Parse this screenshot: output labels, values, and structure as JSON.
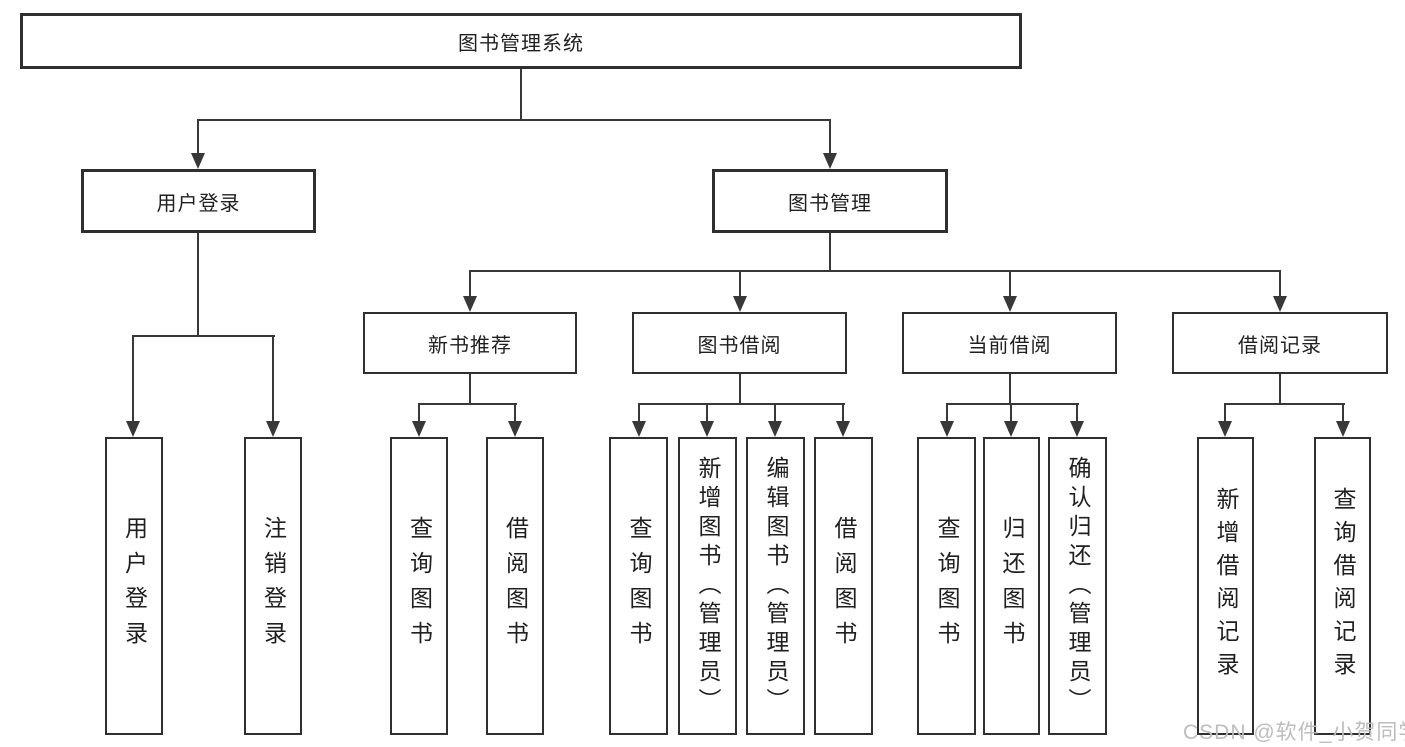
{
  "diagram": {
    "title": "图书管理系统",
    "root": {
      "label": "图书管理系统"
    },
    "level2": [
      {
        "label": "用户登录"
      },
      {
        "label": "图书管理"
      }
    ],
    "level3": [
      {
        "label": "新书推荐",
        "parent": "图书管理"
      },
      {
        "label": "图书借阅",
        "parent": "图书管理"
      },
      {
        "label": "当前借阅",
        "parent": "图书管理"
      },
      {
        "label": "借阅记录",
        "parent": "图书管理"
      }
    ],
    "leaves": [
      {
        "label": "用户登录",
        "parent": "用户登录"
      },
      {
        "label": "注销登录",
        "parent": "用户登录"
      },
      {
        "label": "查询图书",
        "parent": "新书推荐"
      },
      {
        "label": "借阅图书",
        "parent": "新书推荐"
      },
      {
        "label": "查询图书",
        "parent": "图书借阅"
      },
      {
        "label": "新增图书（管理员）",
        "parent": "图书借阅"
      },
      {
        "label": "编辑图书（管理员）",
        "parent": "图书借阅"
      },
      {
        "label": "借阅图书",
        "parent": "图书借阅"
      },
      {
        "label": "查询图书",
        "parent": "当前借阅"
      },
      {
        "label": "归还图书",
        "parent": "当前借阅"
      },
      {
        "label": "确认归还（管理员）",
        "parent": "当前借阅"
      },
      {
        "label": "新增借阅记录",
        "parent": "借阅记录"
      },
      {
        "label": "查询借阅记录",
        "parent": "借阅记录"
      }
    ]
  },
  "watermark": {
    "text": "CSDN @软件_小贺同学"
  },
  "colors": {
    "line": "#383838",
    "box_border": "#2f2f2f",
    "background": "#ffffff",
    "text": "#1f1f1f",
    "watermark": "#bdbdbd"
  }
}
